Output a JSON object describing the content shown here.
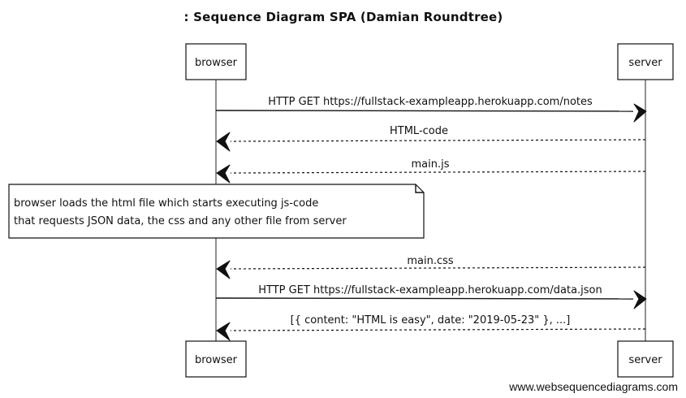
{
  "title": ": Sequence Diagram SPA (Damian Roundtree)",
  "participants": {
    "browser": "browser",
    "server": "server"
  },
  "messages": [
    {
      "from": "browser",
      "to": "server",
      "kind": "request",
      "label": "HTTP GET https://fullstack-exampleapp.herokuapp.com/notes"
    },
    {
      "from": "server",
      "to": "browser",
      "kind": "response",
      "label": "HTML-code"
    },
    {
      "from": "server",
      "to": "browser",
      "kind": "response",
      "label": "main.js"
    },
    {
      "from": "server",
      "to": "browser",
      "kind": "response",
      "label": "main.css"
    },
    {
      "from": "browser",
      "to": "server",
      "kind": "request",
      "label": "HTTP GET https://fullstack-exampleapp.herokuapp.com/data.json"
    },
    {
      "from": "server",
      "to": "browser",
      "kind": "response",
      "label": "[{ content: \"HTML is easy\", date: \"2019-05-23\" }, ...]"
    }
  ],
  "note": {
    "lines": [
      "browser loads the html file which starts executing js-code",
      "that requests JSON data, the css and any other file from server"
    ]
  },
  "footer": "www.websequencediagrams.com"
}
